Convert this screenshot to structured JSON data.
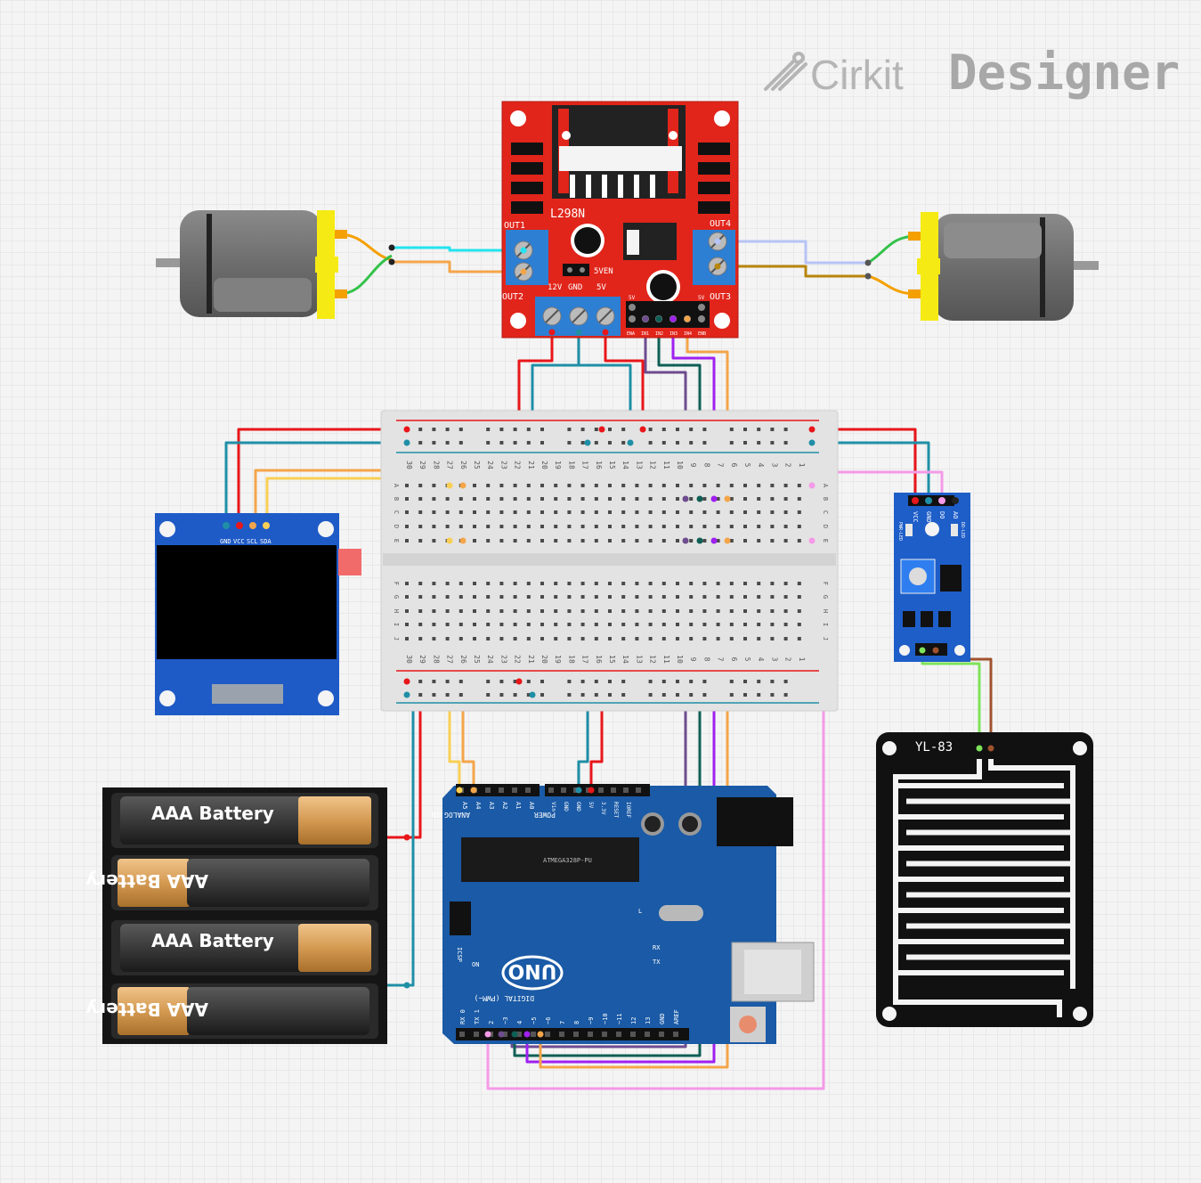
{
  "brand": {
    "prefix": "Cirkit",
    "suffix": "Designer"
  },
  "colors": {
    "background": "#f4f4f4",
    "grid": "#dcdcdc",
    "red": "#e8161a",
    "teal": "#1f8fa6",
    "orange": "#f4a54a",
    "yellow": "#f9cf55",
    "purple": "#a020f0",
    "dark_purple": "#6e4c8f",
    "dark_green": "#0e5f55",
    "pink": "#f59ae8",
    "cyan": "#23e3f0",
    "lavender": "#b7c3f5",
    "olive": "#b8860b",
    "green": "#34c24a",
    "lime": "#7ee35a",
    "brown": "#a0522d"
  },
  "driver": {
    "chip": "L298N",
    "out1": "OUT1",
    "out2": "OUT2",
    "out3": "OUT3",
    "out4": "OUT4",
    "v12": "12V",
    "gnd": "GND",
    "v5": "5V",
    "sven": "5VEN",
    "v5a": "5V",
    "v5b": "5V",
    "pins": [
      "ENA",
      "IN1",
      "IN2",
      "IN3",
      "IN4",
      "ENB"
    ]
  },
  "breadboard": {
    "numbers": [
      "30",
      "29",
      "28",
      "27",
      "26",
      "25",
      "24",
      "23",
      "22",
      "21",
      "20",
      "19",
      "18",
      "17",
      "16",
      "15",
      "14",
      "13",
      "12",
      "11",
      "10",
      "9",
      "8",
      "7",
      "6",
      "5",
      "4",
      "3",
      "2",
      "1"
    ],
    "rows_top": [
      "A",
      "B",
      "C",
      "D",
      "E"
    ],
    "rows_bottom": [
      "F",
      "G",
      "H",
      "I",
      "J"
    ]
  },
  "oled": {
    "pins": [
      "GND",
      "VCC",
      "SCL",
      "SDA"
    ]
  },
  "battery": {
    "cell_label": "AAA Battery"
  },
  "arduino": {
    "logo": "UNO",
    "analog_label": "ANALOG IN",
    "power_label": "POWER",
    "digital_label": "DIGITAL (PWM~)",
    "analog_pins": [
      "A5",
      "A4",
      "A3",
      "A2",
      "A1",
      "A0"
    ],
    "power_pins": [
      "Vin",
      "GND",
      "GND",
      "5V",
      "3.3V",
      "RESET",
      "IOREF"
    ],
    "chip_label": "ATMEGA328P-PU",
    "on_label": "ON",
    "tx_label": "TX",
    "rx_label": "RX",
    "l_label": "L",
    "icsp_label": "ICSP",
    "digital_pins": [
      "RX 0",
      "TX 1",
      "2",
      "~3",
      "4",
      "~5",
      "~6",
      "7",
      "8",
      "~9",
      "~10",
      "~11",
      "12",
      "13",
      "GND",
      "AREF"
    ]
  },
  "rain_module": {
    "pins": [
      "VCC",
      "GND",
      "DO",
      "AO"
    ],
    "pwr_label": "PWR-LED",
    "do_label": "DO-LED"
  },
  "rain_sensor": {
    "label": "YL-83"
  }
}
